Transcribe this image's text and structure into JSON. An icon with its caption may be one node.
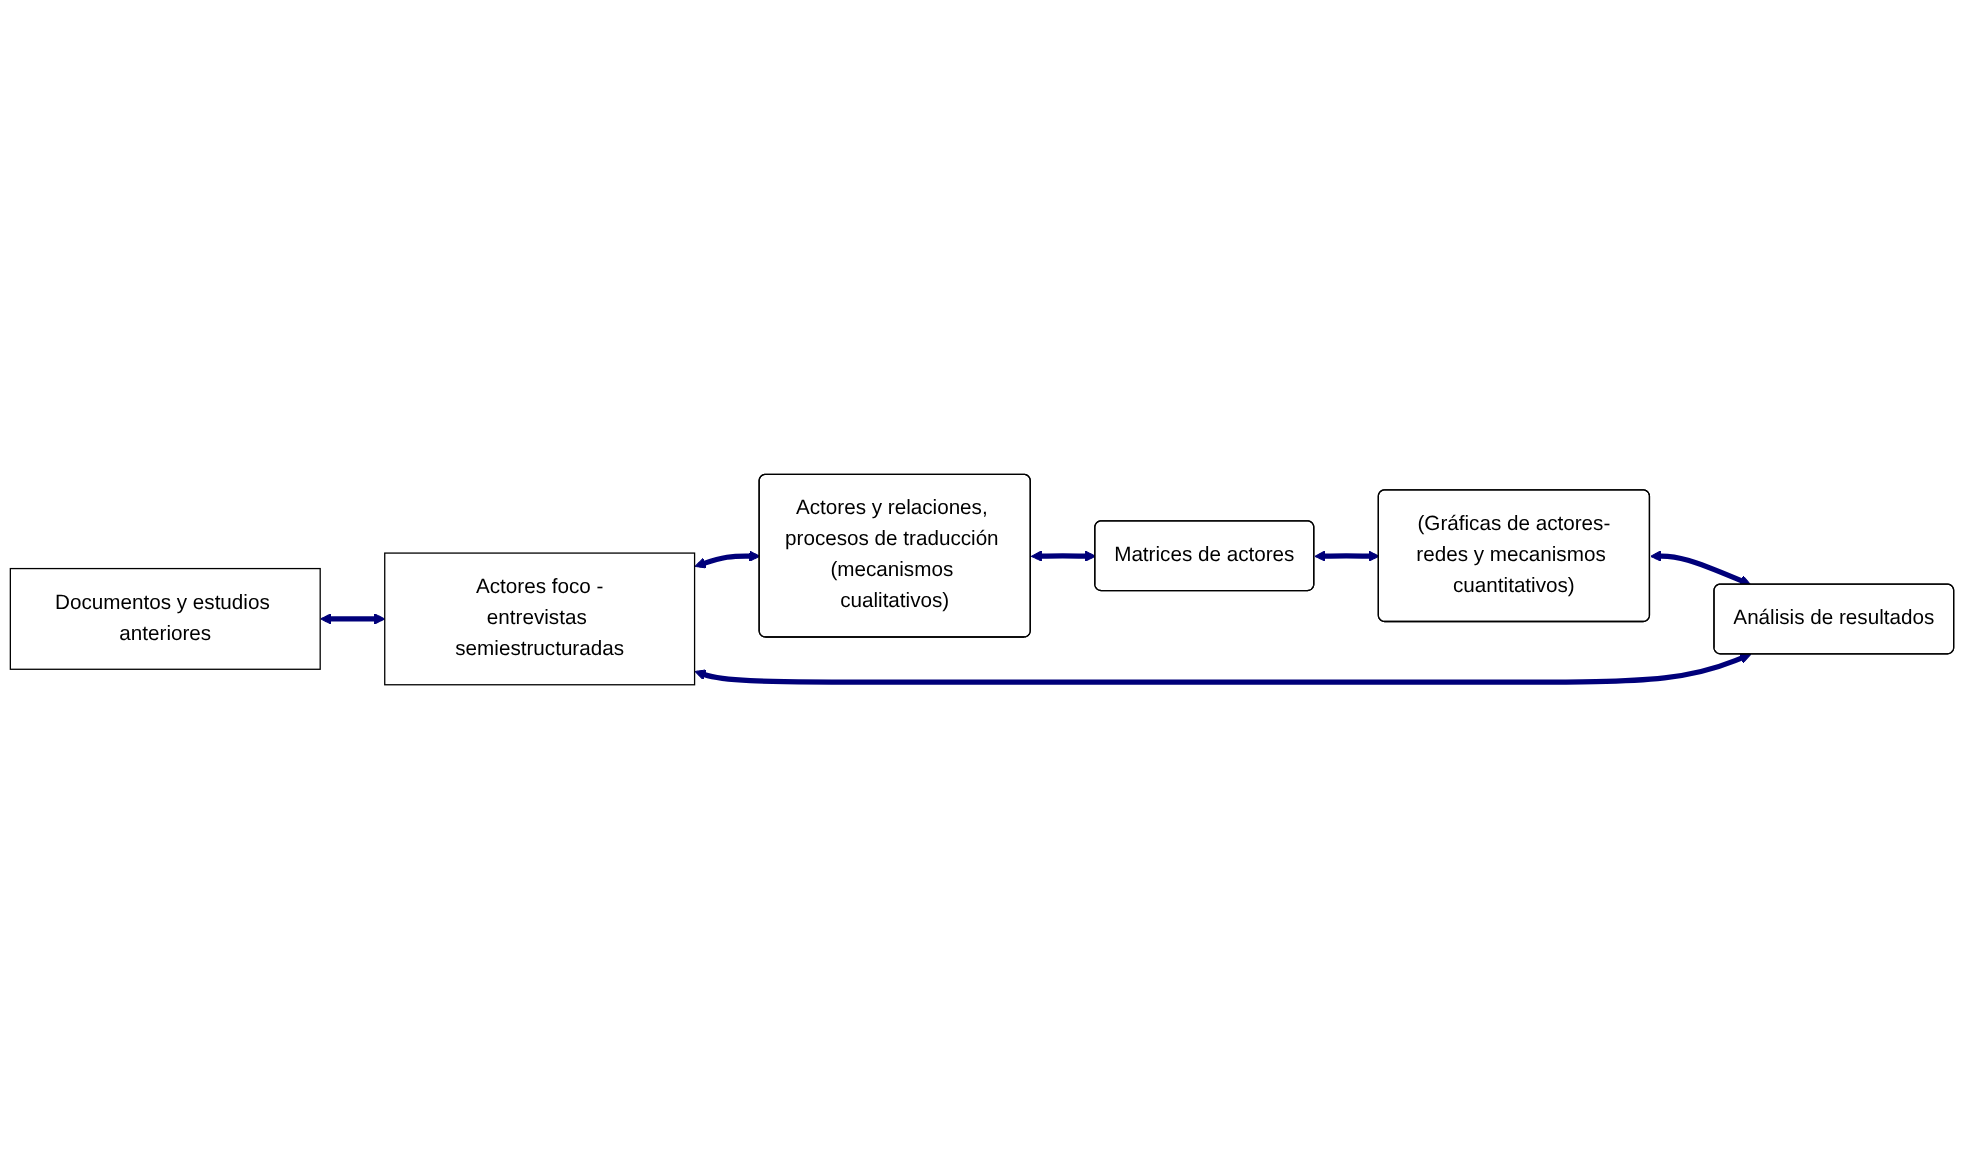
{
  "diagram": {
    "nodes": [
      {
        "text": [
          "Documentos y estudios anteriores"
        ]
      },
      {
        "text": [
          "Actores foco -entrevistas semiestructuradas"
        ]
      },
      {
        "text": [
          "Actores y relaciones, procesos de traducción (mecanismos cualitativos)"
        ]
      },
      {
        "text": [
          "Matrices de actores"
        ]
      },
      {
        "text": [
          "(Gráficas de actores-redes y mecanismos cuantitativos)"
        ]
      },
      {
        "text": [
          "Análisis de resultados"
        ]
      }
    ],
    "edges": [
      {
        "from": 0,
        "to": 1,
        "arrow": "both"
      },
      {
        "from": 1,
        "to": 2,
        "arrow": "both"
      },
      {
        "from": 2,
        "to": 3,
        "arrow": "both"
      },
      {
        "from": 3,
        "to": 4,
        "arrow": "both"
      },
      {
        "from": 4,
        "to": 5,
        "arrow": "both"
      },
      {
        "from": 1,
        "to": 5,
        "arrow": "both"
      }
    ]
  }
}
